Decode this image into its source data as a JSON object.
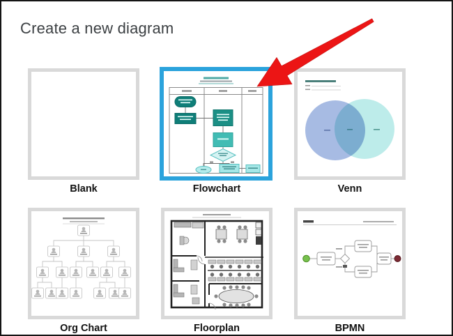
{
  "window": {
    "title": "Create a new diagram"
  },
  "templates": [
    {
      "id": "blank",
      "label": "Blank",
      "selected": false
    },
    {
      "id": "flowchart",
      "label": "Flowchart",
      "selected": true
    },
    {
      "id": "venn",
      "label": "Venn",
      "selected": false
    },
    {
      "id": "org-chart",
      "label": "Org Chart",
      "selected": false
    },
    {
      "id": "floorplan",
      "label": "Floorplan",
      "selected": false
    },
    {
      "id": "bpmn",
      "label": "BPMN",
      "selected": false
    }
  ],
  "annotation": {
    "type": "red-arrow",
    "points_at": "Flowchart template"
  },
  "colors": {
    "selected_border": "#2ba3dc",
    "card_border": "#d9d9d9",
    "arrow_red": "#ec1515",
    "flowchart_dark_teal": "#0f7e78",
    "flowchart_mid_teal": "#41bcb4",
    "flowchart_light_teal": "#a5e7e7",
    "venn_left_circle": "#a7bbe3",
    "venn_right_circle": "#bdecea",
    "bpmn_start_green": "#77c14d",
    "bpmn_end_maroon": "#7d2b35"
  }
}
